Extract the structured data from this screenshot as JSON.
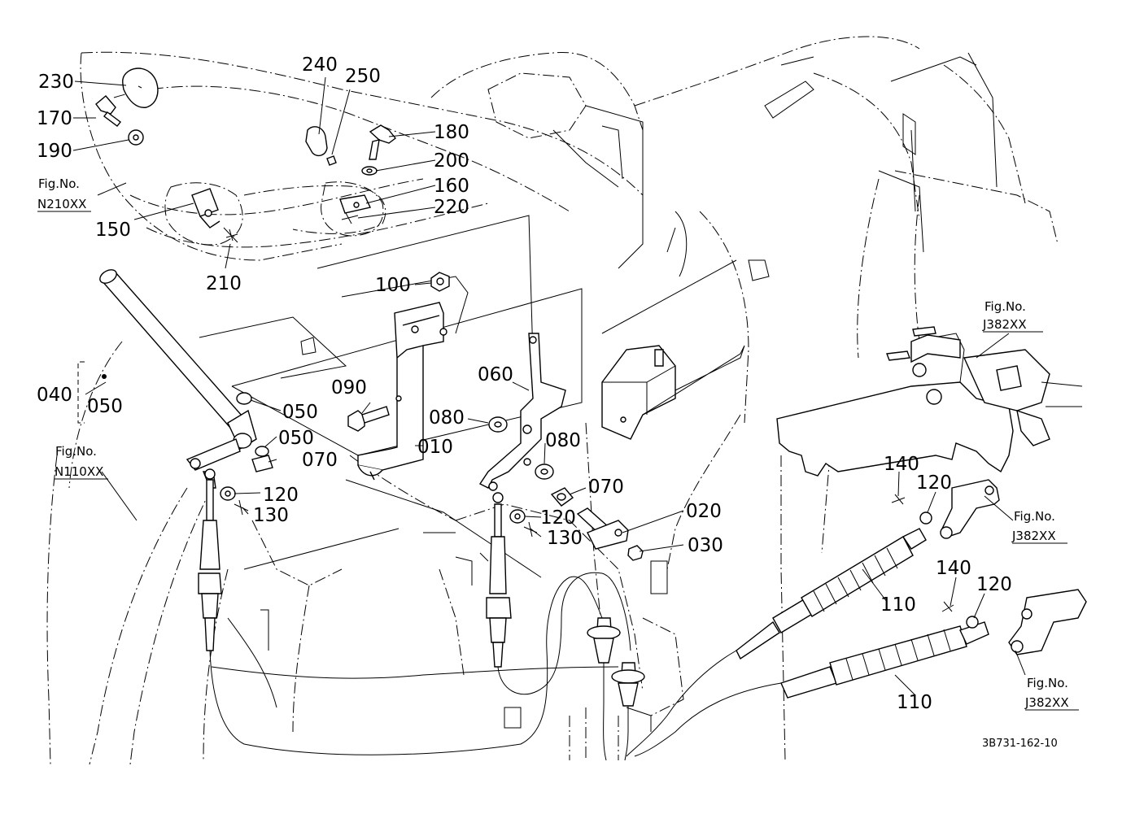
{
  "callouts": {
    "p230": "230",
    "p240": "240",
    "p250": "250",
    "p170": "170",
    "p190": "190",
    "p180": "180",
    "p200": "200",
    "p160": "160",
    "p220": "220",
    "p150": "150",
    "p210": "210",
    "p100": "100",
    "p090": "090",
    "p060": "060",
    "p080a": "080",
    "p080b": "080",
    "p010": "010",
    "p040": "040",
    "p050a": "050",
    "p050b": "050",
    "p050c": "050",
    "p070a": "070",
    "p070b": "070",
    "p120a": "120",
    "p130a": "130",
    "p120b": "120",
    "p130b": "130",
    "p020": "020",
    "p030": "030",
    "p140a": "140",
    "p120c": "120",
    "p110a": "110",
    "p140b": "140",
    "p120d": "120",
    "p110b": "110"
  },
  "figure_refs": {
    "n210": {
      "label": "Fig.No.",
      "code": "N210XX"
    },
    "n110": {
      "label": "Fig.No.",
      "code": "N110XX"
    },
    "j382a": {
      "label": "Fig.No.",
      "code": "J382XX"
    },
    "j382b": {
      "label": "Fig.No.",
      "code": "J382XX"
    },
    "j382c": {
      "label": "Fig.No.",
      "code": "J382XX"
    }
  },
  "drawing_code": "3B731-162-10"
}
